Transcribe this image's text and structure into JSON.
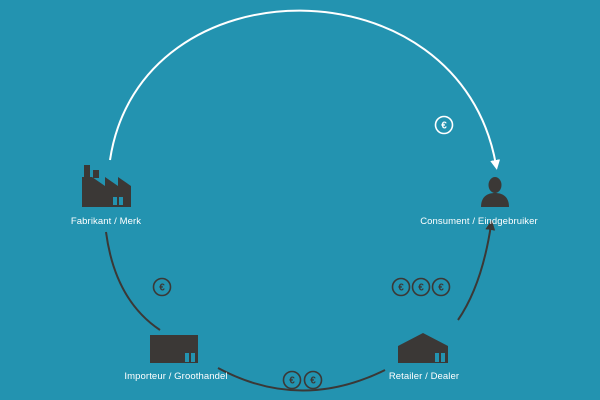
{
  "nodes": {
    "fabrikant": {
      "label": "Fabrikant / Merk",
      "icon": "factory-icon"
    },
    "consument": {
      "label": "Consument / Eindgebruiker",
      "icon": "person-icon"
    },
    "importeur": {
      "label": "Importeur / Groothandel",
      "icon": "warehouse-icon"
    },
    "retailer": {
      "label": "Retailer / Dealer",
      "icon": "store-icon"
    }
  },
  "money_symbol": "€",
  "money_counts": {
    "direct_to_consumer": 1,
    "fabrikant_to_importeur": 1,
    "importeur_to_retailer": 2,
    "retailer_to_consumer": 3
  },
  "colors": {
    "background": "#2393b0",
    "direct_arrow": "#ffffff",
    "chain_arrow": "#3b3836",
    "icon": "#3b3836",
    "icon_accent": "#2393b0"
  }
}
